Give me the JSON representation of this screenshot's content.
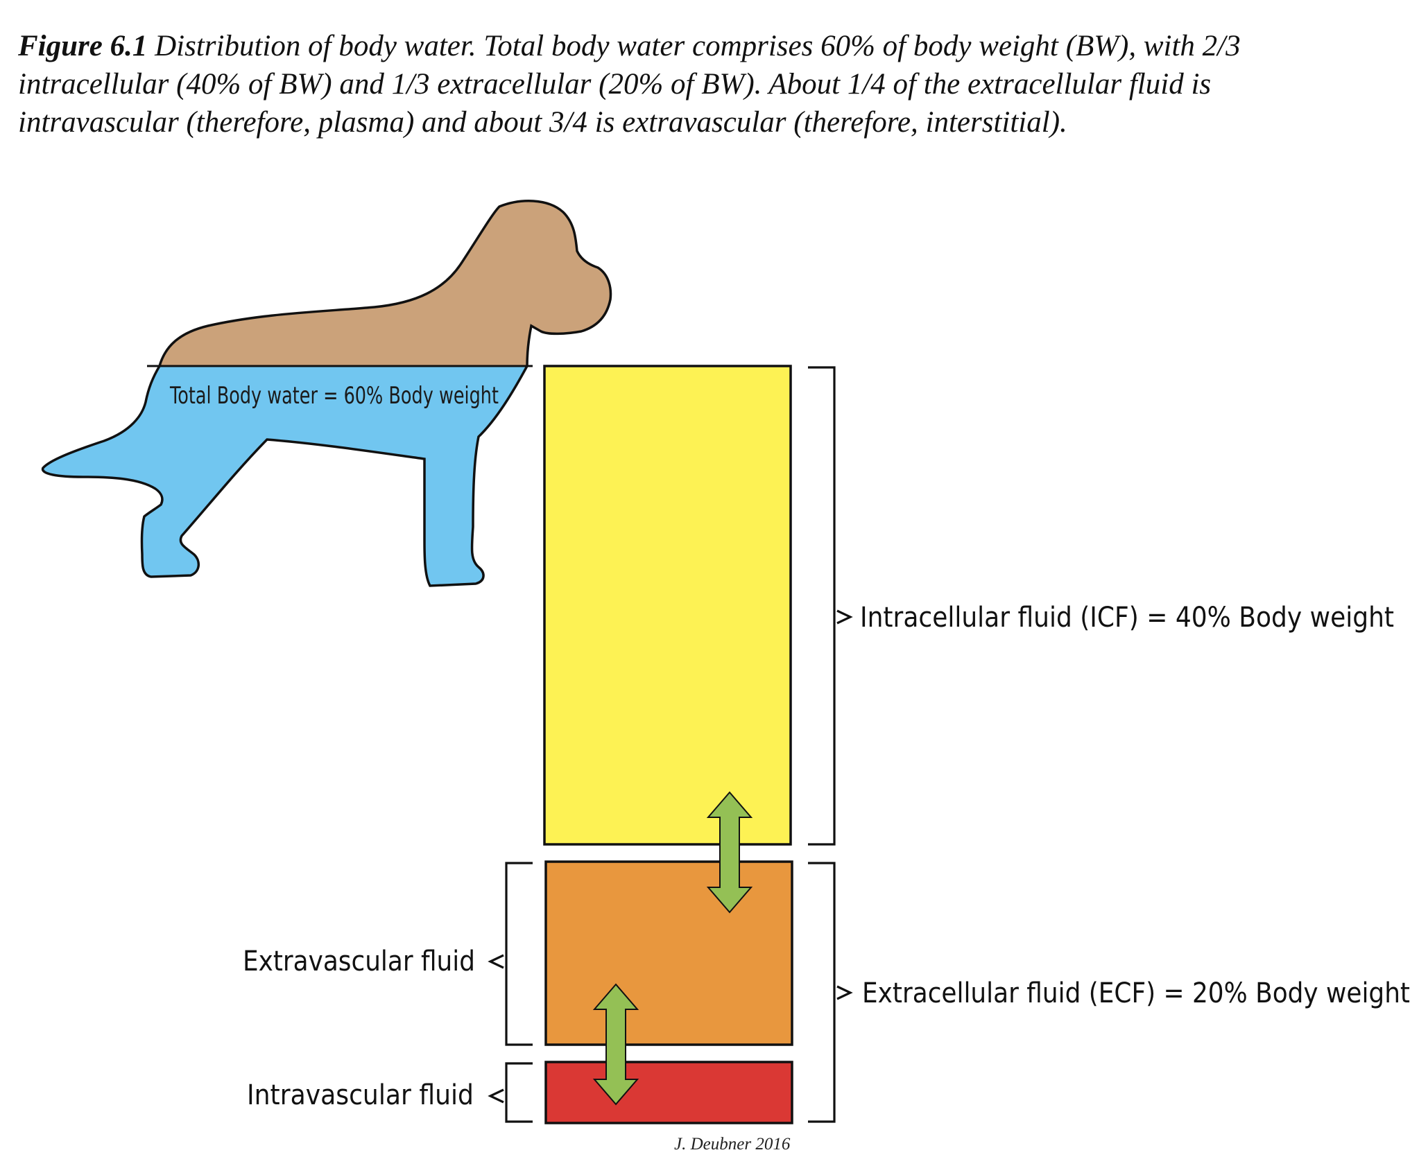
{
  "caption": {
    "number": "Figure 6.1",
    "line1": " Distribution of body water. Total body water comprises 60% of body weight (BW), with 2/3",
    "line2": "intracellular (40% of BW) and 1/3 extracellular (20% of BW). About 1/4 of the extracellular fluid is",
    "line3": "intravascular (therefore, plasma) and about 3/4 is extravascular (therefore, interstitial)."
  },
  "dog": {
    "label": "Total Body water = 60% Body weight",
    "colors": {
      "body": "#cba27a",
      "water": "#71c6f0"
    }
  },
  "compartments": {
    "icf": {
      "label": "Intracellular fluid (ICF) = 40% Body weight",
      "color": "#fdf254"
    },
    "ecf": {
      "label": "Extracellular fluid (ECF) = 20% Body weight"
    },
    "extravascular": {
      "label": "Extravascular fluid",
      "color": "#e8973e"
    },
    "intravascular": {
      "label": "Intravascular fluid",
      "color": "#da3834"
    }
  },
  "arrow_color": "#94c055",
  "signature": "J. Deubner 2016"
}
